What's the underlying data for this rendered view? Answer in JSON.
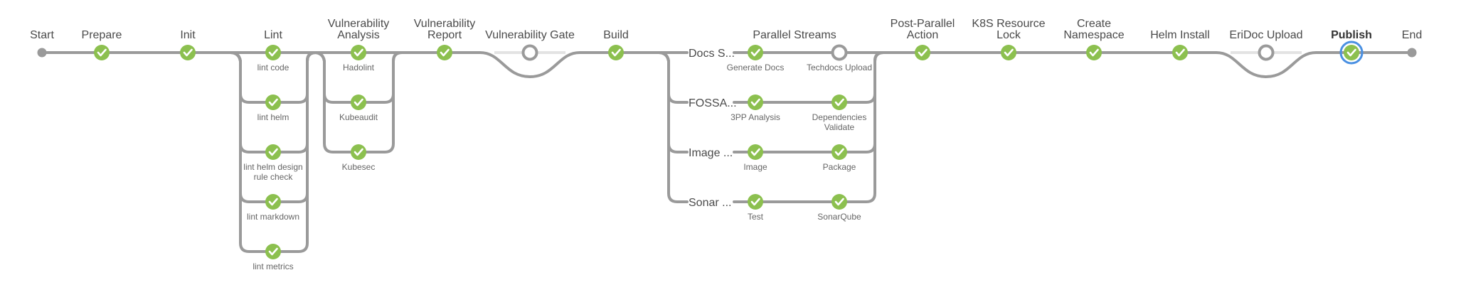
{
  "pipeline": {
    "start_label": "Start",
    "end_label": "End",
    "stages": {
      "prepare": "Prepare",
      "init": "Init",
      "lint": "Lint",
      "vuln_analysis": [
        "Vulnerability",
        "Analysis"
      ],
      "vuln_report": [
        "Vulnerability",
        "Report"
      ],
      "vuln_gate": "Vulnerability Gate",
      "build": "Build",
      "parallel_streams": "Parallel Streams",
      "post_parallel": [
        "Post-Parallel",
        "Action"
      ],
      "k8s_lock": [
        "K8S Resource",
        "Lock"
      ],
      "create_ns": [
        "Create",
        "Namespace"
      ],
      "helm_install": "Helm Install",
      "eridoc_upload": "EriDoc Upload",
      "publish": "Publish"
    },
    "lint_steps": [
      [
        "lint code"
      ],
      [
        "lint helm"
      ],
      [
        "lint helm design",
        "rule check"
      ],
      [
        "lint markdown"
      ],
      [
        "lint metrics"
      ]
    ],
    "vuln_steps": [
      [
        "Hadolint"
      ],
      [
        "Kubeaudit"
      ],
      [
        "Kubesec"
      ]
    ],
    "streams": [
      {
        "name": "Docs S...",
        "steps": [
          [
            "Generate Docs"
          ],
          [
            "Techdocs Upload"
          ]
        ]
      },
      {
        "name": "FOSSA...",
        "steps": [
          [
            "3PP Analysis"
          ],
          [
            "Dependencies",
            "Validate"
          ]
        ]
      },
      {
        "name": "Image ...",
        "steps": [
          [
            "Image"
          ],
          [
            "Package"
          ]
        ]
      },
      {
        "name": "Sonar ...",
        "steps": [
          [
            "Test"
          ],
          [
            "SonarQube"
          ]
        ]
      }
    ],
    "selected_stage": "Publish",
    "colors": {
      "success": "#8cc04f",
      "connector": "#9a9a9a",
      "skipped_connector": "#e3e3e3",
      "selected_ring": "#4a90e2"
    }
  }
}
